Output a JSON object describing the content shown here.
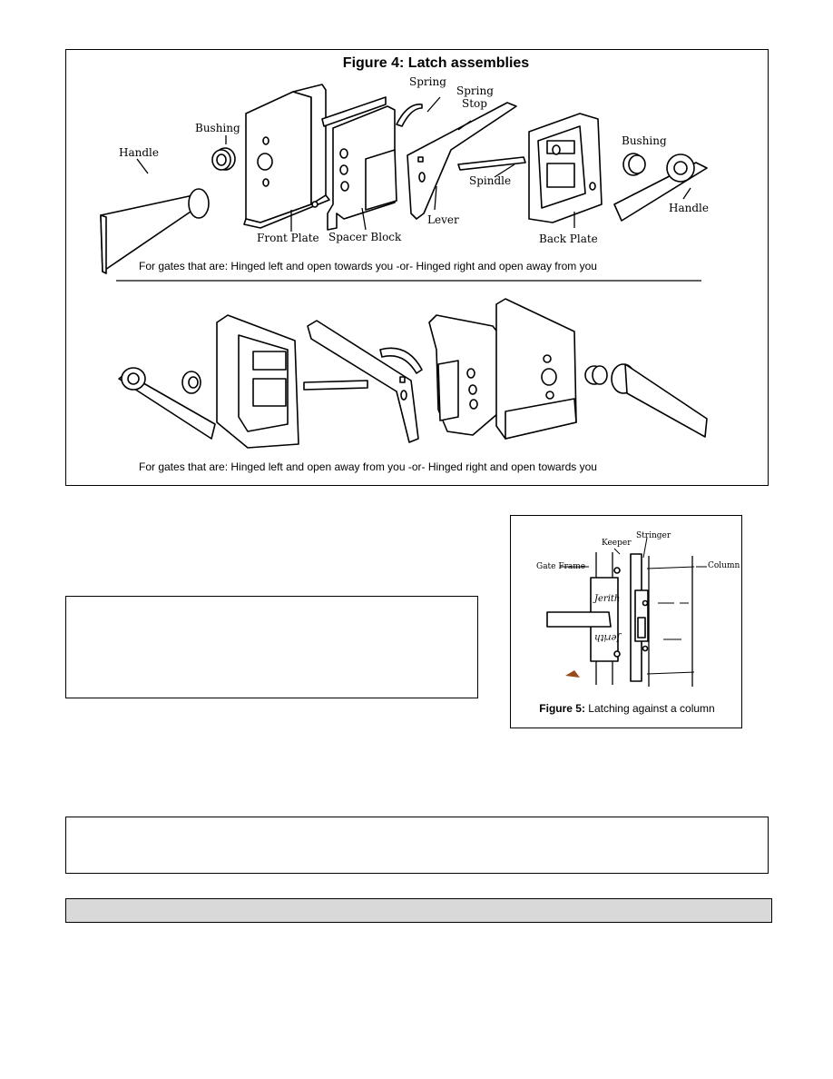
{
  "figure4": {
    "title": "Figure 4: Latch assemblies",
    "labels": {
      "handle_left": "Handle",
      "bushing_left": "Bushing",
      "spring": "Spring",
      "spring_stop_1": "Spring",
      "spring_stop_2": "Stop",
      "bushing_right": "Bushing",
      "spindle": "Spindle",
      "lever": "Lever",
      "handle_right": "Handle",
      "front_plate": "Front Plate",
      "spacer_block": "Spacer Block",
      "back_plate": "Back Plate"
    },
    "caption_top": "For gates that are: Hinged left and open towards you -or- Hinged right and open away from you",
    "caption_bottom": "For gates that are: Hinged left and open away from you -or- Hinged right and open towards you"
  },
  "figure5": {
    "labels": {
      "stringer": "Stringer",
      "keeper": "Keeper",
      "gate_frame": "Gate Frame",
      "column": "Column"
    },
    "brand": "Jerith",
    "caption_prefix": "Figure 5:",
    "caption_text": " Latching against a column"
  },
  "note_box_1": {
    "text": ""
  },
  "note_box_2": {
    "text": ""
  },
  "section_bar": {
    "text": ""
  }
}
